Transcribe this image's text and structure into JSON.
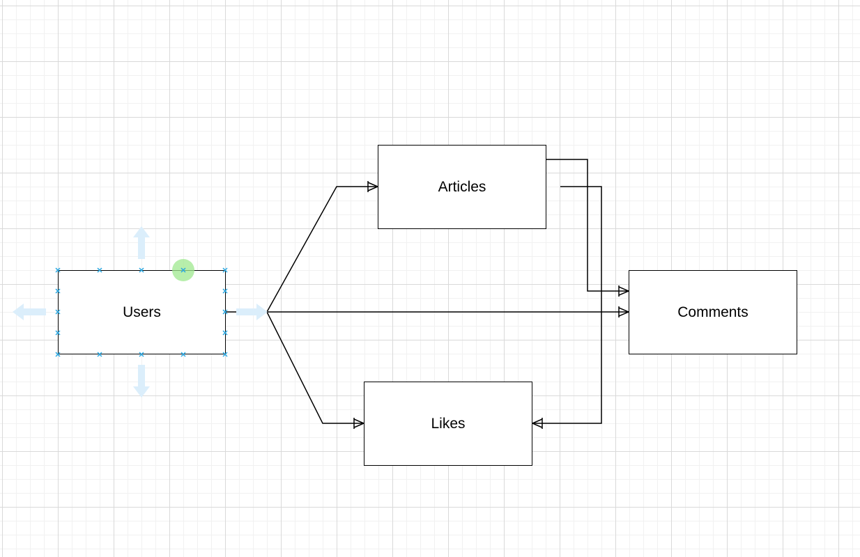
{
  "diagram": {
    "entities": {
      "users": "Users",
      "articles": "Articles",
      "comments": "Comments",
      "likes": "Likes"
    },
    "selected_entity": "Users",
    "relationships": [
      {
        "from": "Users",
        "to": "Articles",
        "cardinality": "one-to-many"
      },
      {
        "from": "Users",
        "to": "Comments",
        "cardinality": "one-to-many"
      },
      {
        "from": "Users",
        "to": "Likes",
        "cardinality": "one-to-many"
      },
      {
        "from": "Articles",
        "to": "Comments",
        "cardinality": "one-to-many"
      },
      {
        "from": "Articles",
        "to": "Likes",
        "cardinality": "one-to-many"
      }
    ],
    "colors": {
      "line": "#000000",
      "grid_major": "#d9d9d9",
      "grid_minor": "#f1f1f1",
      "selection_handle": "#29a7e1",
      "hover_arrow": "#dbeefb",
      "hover_point": "#9fe88f"
    }
  }
}
